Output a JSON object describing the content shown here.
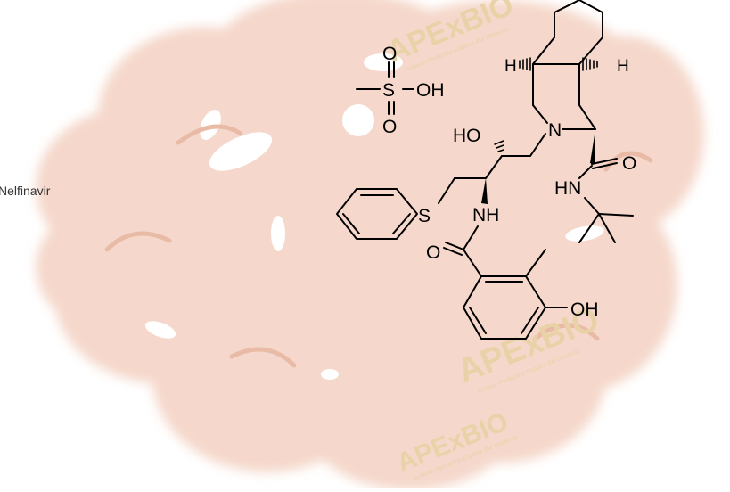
{
  "compound_name": "Nelfinavir",
  "watermark": {
    "brand": "APExBIO",
    "tagline": "Achieve Perfection  Explore the Universe",
    "colors": {
      "blob": "#f5d8cb",
      "blob_shadow": "#e9bba6",
      "text": "#e9d2a8"
    }
  },
  "structure": {
    "atom_labels": {
      "ms_o_top": "O",
      "ms_s": "S",
      "ms_oh": "OH",
      "ms_o_bottom": "O",
      "hydroxyl": "HO",
      "ring_n": "N",
      "carbonyl_o_right": "O",
      "amide_hn": "HN",
      "thioether_s": "S",
      "amide_nh": "NH",
      "carbonyl_o_left": "O",
      "phenol_oh": "OH",
      "h_left": "H",
      "h_right": "H"
    },
    "colors": {
      "bond": "#000000"
    }
  }
}
